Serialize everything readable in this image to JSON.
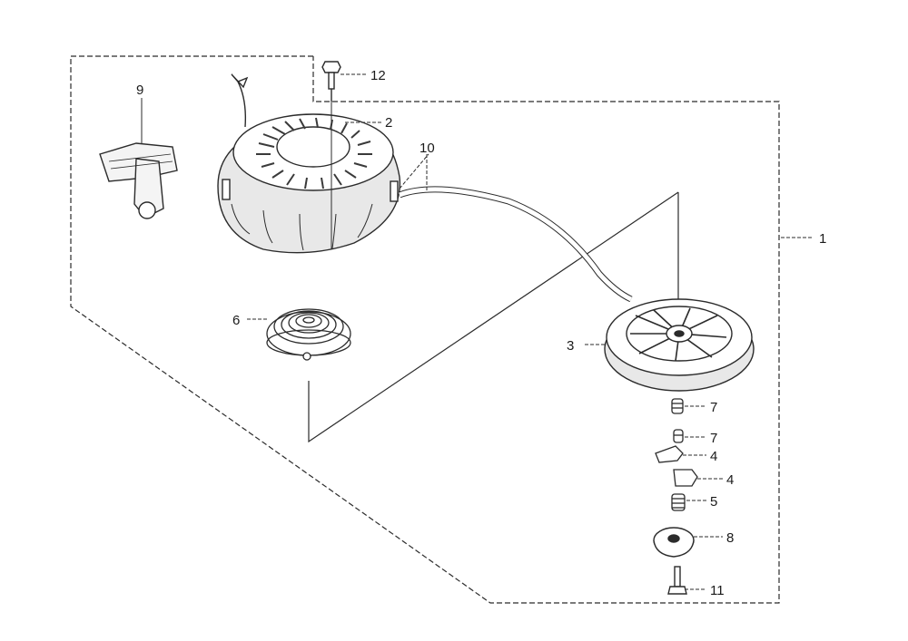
{
  "diagram": {
    "line_color": "#2b2b2b",
    "part_callouts": [
      {
        "key": "1",
        "label": "1"
      },
      {
        "key": "2",
        "label": "2"
      },
      {
        "key": "3",
        "label": "3"
      },
      {
        "key": "4a",
        "label": "4"
      },
      {
        "key": "4b",
        "label": "4"
      },
      {
        "key": "5",
        "label": "5"
      },
      {
        "key": "6",
        "label": "6"
      },
      {
        "key": "7a",
        "label": "7"
      },
      {
        "key": "7b",
        "label": "7"
      },
      {
        "key": "8",
        "label": "8"
      },
      {
        "key": "9",
        "label": "9"
      },
      {
        "key": "10",
        "label": "10"
      },
      {
        "key": "11",
        "label": "11"
      },
      {
        "key": "12",
        "label": "12"
      }
    ]
  }
}
